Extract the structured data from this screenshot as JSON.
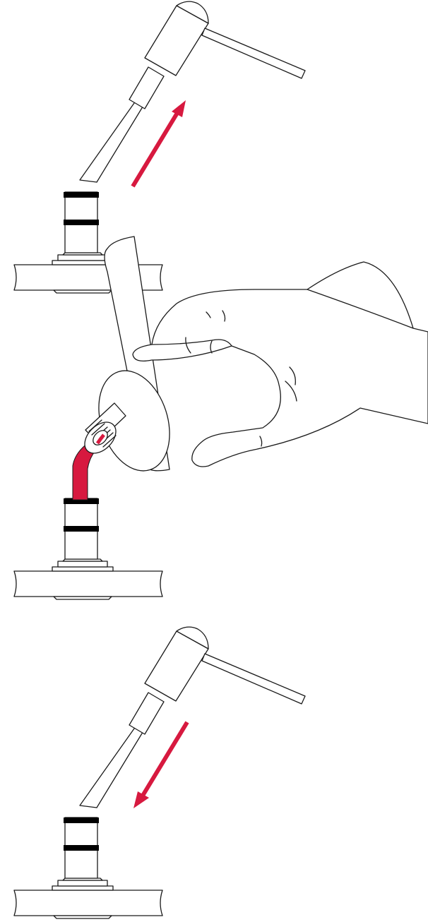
{
  "figure": {
    "steps": [
      {
        "action": "remove-pump",
        "arrow_direction": "up"
      },
      {
        "action": "fill-soap",
        "arrow_direction": "none"
      },
      {
        "action": "insert-pump",
        "arrow_direction": "down"
      }
    ],
    "colors": {
      "accent": "#d7193f",
      "line": "#1a1a1a",
      "band": "#000000",
      "background": "#ffffff"
    },
    "icons": [
      "soap-pump-icon",
      "soap-bottle-icon",
      "hand-icon",
      "arrow-icon"
    ]
  }
}
